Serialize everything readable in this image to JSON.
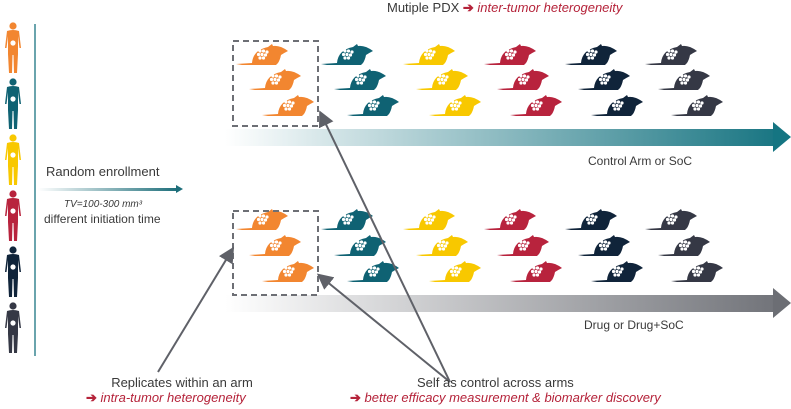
{
  "header": {
    "prefix": "Mutiple PDX",
    "arrow": "➔",
    "highlight": "inter-tumor heterogeneity"
  },
  "enrollment": {
    "title": "Random enrollment",
    "tv_label": "TV=100-300 mm³",
    "initiation": "different initiation time"
  },
  "arms": [
    {
      "label": "Control Arm or SoC",
      "gradient_end": "#146f7c"
    },
    {
      "label": "Drug or Drug+SoC",
      "gradient_end": "#6b6d73"
    }
  ],
  "pdx_models": [
    {
      "name": "model-orange",
      "color": "#f28630"
    },
    {
      "name": "model-teal",
      "color": "#0f6273"
    },
    {
      "name": "model-yellow",
      "color": "#f8c800"
    },
    {
      "name": "model-crimson",
      "color": "#b8233d"
    },
    {
      "name": "model-navy",
      "color": "#10243a"
    },
    {
      "name": "model-charcoal",
      "color": "#353845"
    }
  ],
  "replicates_per_arm": 3,
  "annotations": {
    "replicates": {
      "title": "Replicates within an arm",
      "arrow": "➔",
      "highlight": "intra-tumor heterogeneity"
    },
    "self_control": {
      "title": "Self as control across arms",
      "arrow": "➔",
      "highlight": "better efficacy measurement & biomarker discovery"
    }
  }
}
